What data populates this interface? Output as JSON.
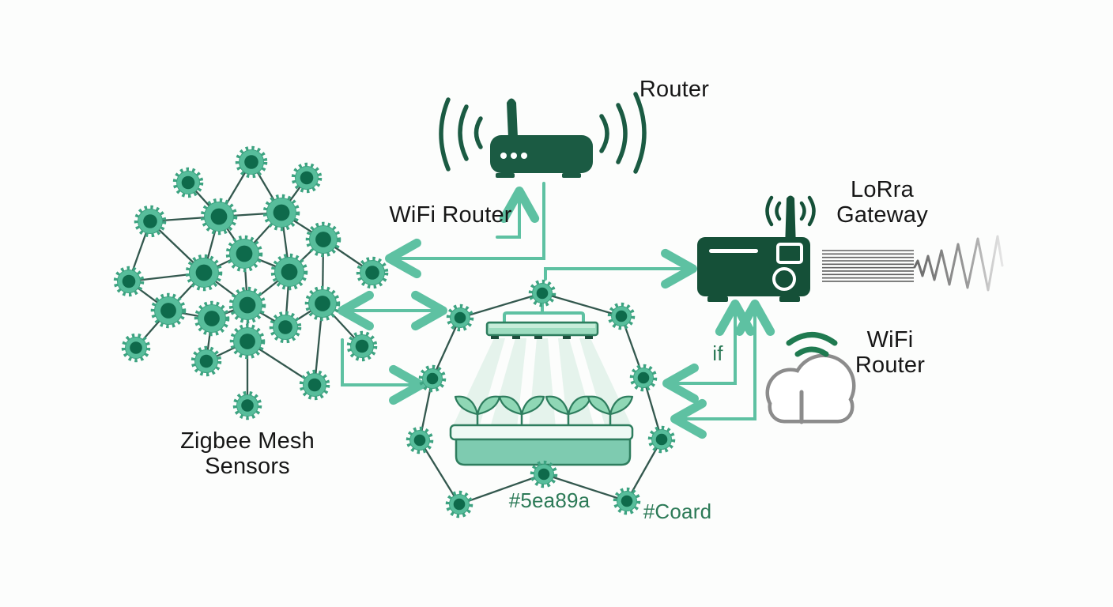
{
  "labels": {
    "router": "Router",
    "wifi_router_left": "WiFi Router",
    "lora_line1": "LoRra",
    "lora_line2": "Gateway",
    "wifi_right_line1": "WiFi",
    "wifi_right_line2": "Router",
    "zigbee_line1": "Zigbee Mesh",
    "zigbee_line2": "Sensors",
    "if_condition": "if",
    "node_tag_1": "#5ea89a",
    "node_tag_2": "#Coard"
  },
  "colors": {
    "background": "#fcfdfc",
    "dark_green": "#1b5b43",
    "gateway_green": "#155038",
    "teal_arrow": "#5ec1a2",
    "node_fill": "#57bd9b",
    "node_teeth": "#3da381",
    "node_core": "#0e6a4b",
    "mesh_line": "#33584e",
    "outline_green": "#2e7d5e",
    "tray_fill": "#7ecbb0",
    "tray_lip": "#eef9f4",
    "bar_fill": "#9ddcc0",
    "beam_fill": "#ddefe7",
    "leaf_fill": "#8fd7b5",
    "gray": "#8c8c8c",
    "wave_dark": "#5f5f5f",
    "ink": "#161616",
    "green_text": "#2c7a57"
  },
  "icons": {
    "router-icon": "wifi-router-device-with-antenna-and-signal-arcs",
    "lora-gateway-icon": "gateway-box-with-antenna-and-signal-arcs",
    "cloud-icon": "gray-cloud-outline-with-stick",
    "cloud-wifi-arcs-icon": "green-wifi-arcs",
    "mesh-node-icon": "gear-shaped-sensor-node",
    "lora-signal-icon": "horizontal-line-stack-and-zigzag-wave",
    "grow-unit-icon": "hydroponic-tray-with-plants-and-grow-light"
  },
  "mesh": {
    "nodes": [
      [
        318,
        205,
        17
      ],
      [
        238,
        231,
        16
      ],
      [
        388,
        225,
        16
      ],
      [
        277,
        274,
        20
      ],
      [
        356,
        269,
        20
      ],
      [
        190,
        280,
        17
      ],
      [
        409,
        303,
        19
      ],
      [
        309,
        321,
        20
      ],
      [
        258,
        345,
        20
      ],
      [
        366,
        344,
        20
      ],
      [
        471,
        345,
        17
      ],
      [
        163,
        356,
        16
      ],
      [
        213,
        393,
        19
      ],
      [
        268,
        403,
        19
      ],
      [
        313,
        386,
        20
      ],
      [
        408,
        384,
        19
      ],
      [
        172,
        440,
        15
      ],
      [
        261,
        457,
        16
      ],
      [
        313,
        432,
        19
      ],
      [
        361,
        414,
        17
      ],
      [
        458,
        438,
        16
      ],
      [
        398,
        487,
        16
      ],
      [
        313,
        513,
        15
      ]
    ],
    "edges": [
      [
        0,
        3
      ],
      [
        0,
        4
      ],
      [
        1,
        3
      ],
      [
        2,
        4
      ],
      [
        3,
        4
      ],
      [
        3,
        5
      ],
      [
        3,
        7
      ],
      [
        3,
        8
      ],
      [
        4,
        6
      ],
      [
        4,
        7
      ],
      [
        4,
        9
      ],
      [
        5,
        8
      ],
      [
        5,
        11
      ],
      [
        6,
        9
      ],
      [
        6,
        10
      ],
      [
        6,
        15
      ],
      [
        7,
        8
      ],
      [
        7,
        9
      ],
      [
        7,
        14
      ],
      [
        8,
        11
      ],
      [
        8,
        12
      ],
      [
        8,
        14
      ],
      [
        9,
        14
      ],
      [
        9,
        19
      ],
      [
        11,
        12
      ],
      [
        12,
        13
      ],
      [
        12,
        16
      ],
      [
        13,
        14
      ],
      [
        13,
        17
      ],
      [
        14,
        18
      ],
      [
        14,
        19
      ],
      [
        15,
        19
      ],
      [
        15,
        20
      ],
      [
        15,
        21
      ],
      [
        17,
        18
      ],
      [
        18,
        21
      ],
      [
        18,
        22
      ]
    ]
  },
  "ring": {
    "nodes": [
      [
        686,
        371,
        14
      ],
      [
        582,
        402,
        14
      ],
      [
        786,
        400,
        14
      ],
      [
        547,
        479,
        14
      ],
      [
        814,
        478,
        14
      ],
      [
        531,
        557,
        14
      ],
      [
        837,
        556,
        14
      ],
      [
        581,
        638,
        14
      ],
      [
        688,
        600,
        14
      ],
      [
        793,
        634,
        14
      ]
    ],
    "edges": [
      [
        0,
        1
      ],
      [
        0,
        2
      ],
      [
        1,
        3
      ],
      [
        3,
        5
      ],
      [
        5,
        7
      ],
      [
        7,
        8
      ],
      [
        8,
        9
      ],
      [
        9,
        6
      ],
      [
        6,
        4
      ],
      [
        4,
        2
      ]
    ]
  },
  "waveform": {
    "line_count": 10,
    "line_x_start": 1040,
    "line_x_end": 1156,
    "line_y_start": 317,
    "line_y_step": 4.33
  }
}
